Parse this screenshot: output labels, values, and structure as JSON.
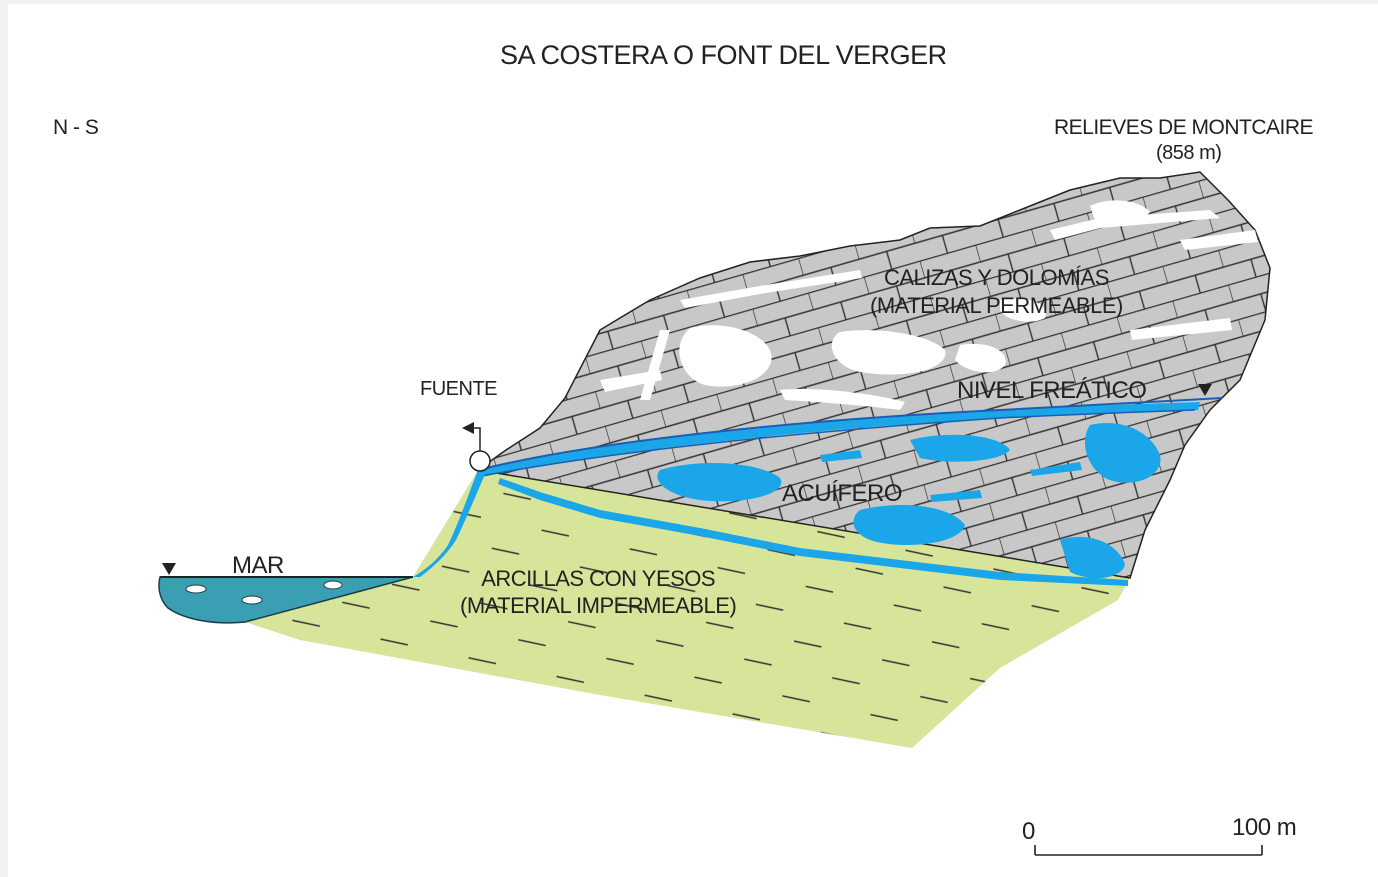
{
  "title": "SA COSTERA O FONT DEL VERGER",
  "orientation": "N - S",
  "relief": {
    "name": "RELIEVES DE MONTCAIRE",
    "altitude": "(858 m)"
  },
  "spring_label": "FUENTE",
  "limestone": {
    "line1": "CALIZAS Y DOLOMÍAS",
    "line2": "(MATERIAL PERMEABLE)"
  },
  "water_table_label": "NIVEL FREÁTICO",
  "aquifer_label": "ACUÍFERO",
  "sea_label": "MAR",
  "clay": {
    "line1": "ARCILLAS CON YESOS",
    "line2": "(MATERIAL IMPERMEABLE)"
  },
  "scale": {
    "start": "0",
    "end": "100 m"
  },
  "colors": {
    "limestone": "#c8c8c8",
    "clay": "#d6e59a",
    "water": "#1aa6e8",
    "sea": "#3a9fb3"
  }
}
